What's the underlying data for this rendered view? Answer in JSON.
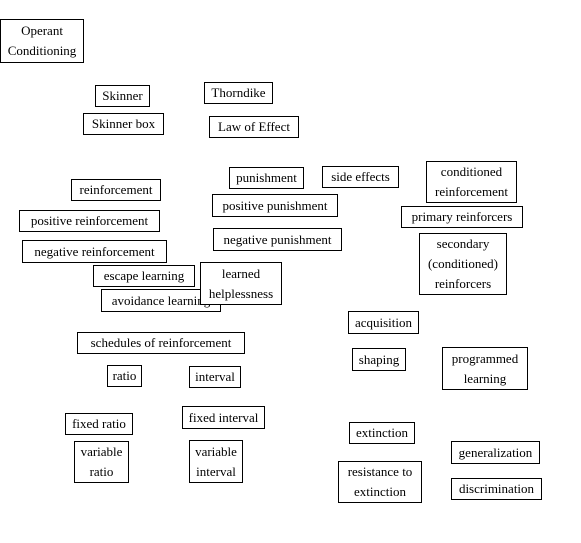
{
  "nodes": [
    {
      "id": "operant-conditioning",
      "text": "Operant\nConditioning"
    },
    {
      "id": "skinner",
      "text": "Skinner"
    },
    {
      "id": "thorndike",
      "text": "Thorndike"
    },
    {
      "id": "skinner-box",
      "text": "Skinner box"
    },
    {
      "id": "law-of-effect",
      "text": "Law of Effect"
    },
    {
      "id": "reinforcement",
      "text": "reinforcement"
    },
    {
      "id": "punishment",
      "text": "punishment"
    },
    {
      "id": "side-effects",
      "text": "side effects"
    },
    {
      "id": "conditioned-reinforcement",
      "text": "conditioned\nreinforcement"
    },
    {
      "id": "positive-reinforcement",
      "text": "positive reinforcement"
    },
    {
      "id": "positive-punishment",
      "text": "positive punishment"
    },
    {
      "id": "primary-reinforcers",
      "text": "primary reinforcers"
    },
    {
      "id": "negative-reinforcement",
      "text": "negative reinforcement"
    },
    {
      "id": "negative-punishment",
      "text": "negative punishment"
    },
    {
      "id": "secondary-reinforcers",
      "text": "secondary\n(conditioned)\nreinforcers"
    },
    {
      "id": "escape-learning",
      "text": "escape learning"
    },
    {
      "id": "avoidance-learning",
      "text": "avoidance learning"
    },
    {
      "id": "learned-helplessness",
      "text": "learned\nhelplessness"
    },
    {
      "id": "acquisition",
      "text": "acquisition"
    },
    {
      "id": "schedules-of-reinforcement",
      "text": "schedules of reinforcement"
    },
    {
      "id": "shaping",
      "text": "shaping"
    },
    {
      "id": "programmed-learning",
      "text": "programmed\nlearning"
    },
    {
      "id": "ratio",
      "text": "ratio"
    },
    {
      "id": "interval",
      "text": "interval"
    },
    {
      "id": "fixed-ratio",
      "text": "fixed ratio"
    },
    {
      "id": "fixed-interval",
      "text": "fixed interval"
    },
    {
      "id": "extinction",
      "text": "extinction"
    },
    {
      "id": "variable-ratio",
      "text": "variable\nratio"
    },
    {
      "id": "variable-interval",
      "text": "variable\ninterval"
    },
    {
      "id": "generalization",
      "text": "generalization"
    },
    {
      "id": "resistance-to-extinction",
      "text": "resistance to\nextinction"
    },
    {
      "id": "discrimination",
      "text": "discrimination"
    }
  ]
}
